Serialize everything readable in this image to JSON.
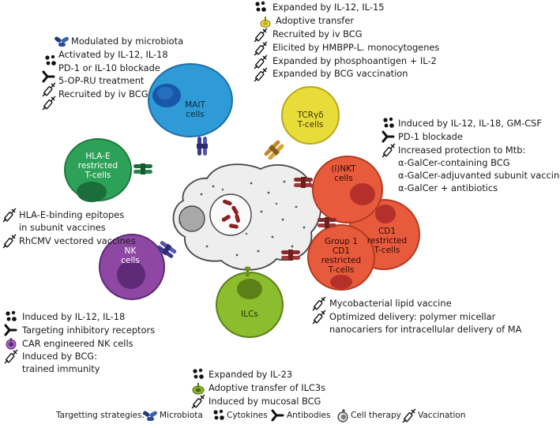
{
  "cells": {
    "mait": "MAIT\ncells",
    "tcr": "TCRγδ\nT-cells",
    "hlae": "HLA-E\nrestricted\nT-cells",
    "inkt": "(i)NKT\ncells",
    "cd1": "CD1\nrestricted\nT-cells",
    "group1": "Group 1\nCD1\nrestricted\nT-cells",
    "nk": "NK\ncells",
    "ilc": "ILCs"
  },
  "mait_strategies": [
    {
      "icon": "microbiota-icon",
      "text": "Modulated by microbiota"
    },
    {
      "icon": "cytokines-icon",
      "text": "Activated by IL-12, IL-18"
    },
    {
      "icon": "antibody-icon",
      "text": "PD-1 or IL-10 blockade"
    },
    {
      "icon": "vaccination-icon",
      "text": "5-OP-RU treatment"
    },
    {
      "icon": "vaccination-icon",
      "text": "Recruited by iv BCG"
    }
  ],
  "tcr_strategies": [
    {
      "icon": "cytokines-icon",
      "text": "Expanded by IL-12, IL-15"
    },
    {
      "icon": "cell-therapy-icon",
      "text": "Adoptive transfer"
    },
    {
      "icon": "vaccination-icon",
      "text": "Recruited by iv BCG"
    },
    {
      "icon": "vaccination-icon",
      "text": "Elicited by HMBPP-L. monocytogenes"
    },
    {
      "icon": "vaccination-icon",
      "text": "Expanded by phosphoantigen + IL-2"
    },
    {
      "icon": "vaccination-icon",
      "text": "Expanded by BCG vaccination"
    }
  ],
  "nkt_strategies": [
    {
      "icon": "cytokines-icon",
      "text": "Induced by IL-12, IL-18, GM-CSF"
    },
    {
      "icon": "antibody-icon",
      "text": "PD-1 blockade"
    },
    {
      "icon": "vaccination-icon",
      "text": "Increased protection to Mtb:"
    },
    {
      "icon": "none",
      "text": "α-GalCer-containing BCG"
    },
    {
      "icon": "none",
      "text": "α-GalCer-adjuvanted subunit vaccine"
    },
    {
      "icon": "none",
      "text": "α-GalCer + antibiotics"
    }
  ],
  "hlae_strategies": [
    {
      "icon": "vaccination-icon",
      "text": "HLA-E-binding epitopes"
    },
    {
      "icon": "none",
      "text": "in subunit vaccines"
    },
    {
      "icon": "vaccination-icon",
      "text": "RhCMV vectored vaccines"
    }
  ],
  "nk_strategies": [
    {
      "icon": "cytokines-icon",
      "text": "Induced by IL-12, IL-18"
    },
    {
      "icon": "antibody-icon",
      "text": "Targeting inhibitory receptors"
    },
    {
      "icon": "nk-cell-therapy-icon",
      "text": "CAR engineered NK cells"
    },
    {
      "icon": "vaccination-icon",
      "text": "Induced by BCG:"
    },
    {
      "icon": "none",
      "text": "trained immunity"
    }
  ],
  "ilc_strategies": [
    {
      "icon": "cytokines-icon",
      "text": "Expanded by IL-23"
    },
    {
      "icon": "ilc-cell-therapy-icon",
      "text": "Adoptive transfer of ILC3s"
    },
    {
      "icon": "vaccination-icon",
      "text": "Induced by mucosal BCG"
    }
  ],
  "cd1_strategies": [
    {
      "icon": "vaccination-icon",
      "text": "Mycobacterial lipid vaccine"
    },
    {
      "icon": "vaccination-icon",
      "text": "Optimized delivery: polymer micellar"
    },
    {
      "icon": "none",
      "text": "nanocariers for intracellular delivery of MA"
    }
  ],
  "legend": {
    "title": "Targetting strategies:",
    "items": [
      {
        "icon": "microbiota-icon",
        "label": "Microbiota"
      },
      {
        "icon": "cytokines-icon",
        "label": "Cytokines"
      },
      {
        "icon": "antibody-icon",
        "label": "Antibodies"
      },
      {
        "icon": "cell-therapy-icon",
        "label": "Cell therapy"
      },
      {
        "icon": "vaccination-icon",
        "label": "Vaccination"
      }
    ]
  },
  "colors": {
    "mait": "#2e9ad6",
    "tcr": "#e8dc3a",
    "hlae": "#2ea159",
    "nkt": "#e85a3c",
    "nk": "#8e48a3",
    "ilc": "#8cbd2d",
    "macrophage": "#eeeeee"
  }
}
